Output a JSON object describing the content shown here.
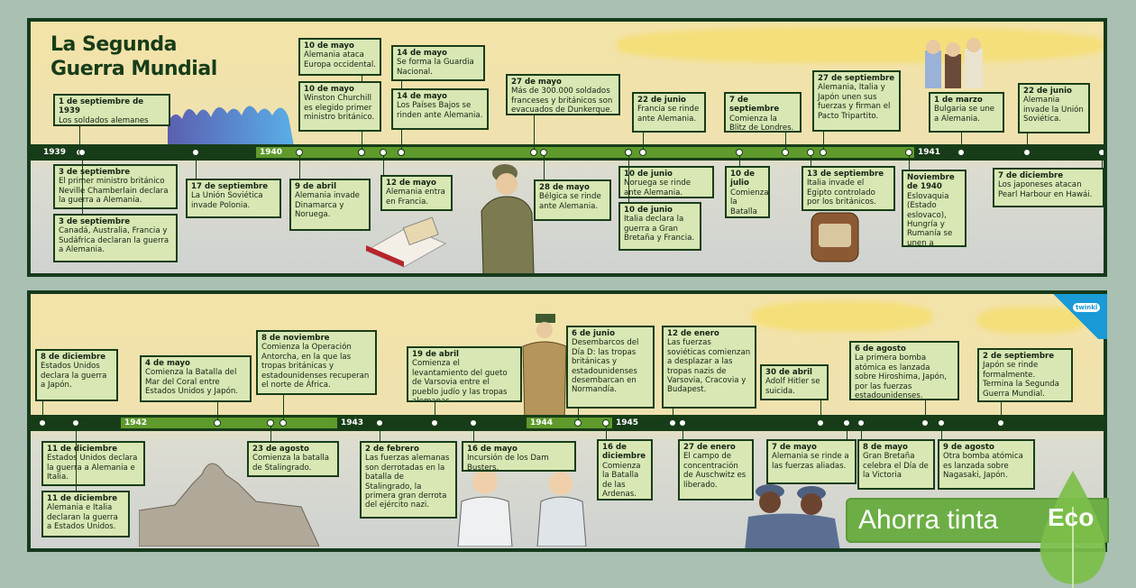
{
  "title_line1": "La Segunda",
  "title_line2": "Guerra Mundial",
  "colors": {
    "box_bg": "#d8e7b3",
    "dark_green": "#173d18",
    "light_green": "#5f9a2c",
    "eco_green": "#6cae45"
  },
  "panels": [
    {
      "years": [
        {
          "label": "1939",
          "tone": "dark"
        },
        {
          "label": "1940",
          "tone": "light"
        },
        {
          "label": "1941",
          "tone": "dark"
        }
      ],
      "events": [
        {
          "date": "1 de septiembre de 1939",
          "text": "Los soldados alemanes invaden Polonia."
        },
        {
          "date": "10 de mayo",
          "text": "Alemania ataca Europa occidental."
        },
        {
          "date": "10 de mayo",
          "text": "Winston Churchill es elegido primer ministro británico."
        },
        {
          "date": "14 de mayo",
          "text": "Se forma la Guardia Nacional."
        },
        {
          "date": "14 de mayo",
          "text": "Los Países Bajos se rinden ante Alemania."
        },
        {
          "date": "27 de mayo",
          "text": "Más de 300.000 soldados franceses y británicos son evacuados de Dunkerque."
        },
        {
          "date": "22 de junio",
          "text": "Francia se rinde ante Alemania."
        },
        {
          "date": "7 de septiembre",
          "text": "Comienza la Blitz de Londres."
        },
        {
          "date": "27 de septiembre",
          "text": "Alemania, Italia y Japón unen sus fuerzas y firman el Pacto Tripartito."
        },
        {
          "date": "1 de marzo",
          "text": "Bulgaria se une a Alemania."
        },
        {
          "date": "22 de junio",
          "text": "Alemania invade la Unión Soviética."
        },
        {
          "date": "3 de septiembre",
          "text": "El primer ministro británico Neville Chamberlain declara la guerra a Alemania."
        },
        {
          "date": "3 de septiembre",
          "text": "Canadá, Australia, Francia y Sudáfrica declaran la guerra a Alemania."
        },
        {
          "date": "17 de septiembre",
          "text": "La Unión Soviética invade Polonia."
        },
        {
          "date": "9 de abril",
          "text": "Alemania invade Dinamarca y Noruega."
        },
        {
          "date": "12 de mayo",
          "text": "Alemania entra en Francia."
        },
        {
          "date": "28 de mayo",
          "text": "Bélgica se rinde ante Alemania."
        },
        {
          "date": "10 de junio",
          "text": "Noruega se rinde ante Alemania."
        },
        {
          "date": "10 de junio",
          "text": "Italia declara la guerra a Gran Bretaña y Francia."
        },
        {
          "date": "10 de julio",
          "text": "Comienza la Batalla de Inglaterra."
        },
        {
          "date": "13 de septiembre",
          "text": "Italia invade el Egipto controlado por los británicos."
        },
        {
          "date": "Noviembre de 1940",
          "text": "Eslovaquia (Estado eslovaco), Hungría y Rumanía se unen a Alemania."
        },
        {
          "date": "7 de diciembre",
          "text": "Los japoneses atacan Pearl Harbour en Hawái."
        }
      ]
    },
    {
      "years": [
        {
          "label": "",
          "tone": "dark"
        },
        {
          "label": "1942",
          "tone": "light"
        },
        {
          "label": "1943",
          "tone": "dark"
        },
        {
          "label": "1944",
          "tone": "light"
        },
        {
          "label": "1945",
          "tone": "dark"
        }
      ],
      "events": [
        {
          "date": "8 de diciembre",
          "text": "Estados Unidos declara la guerra a Japón."
        },
        {
          "date": "4 de mayo",
          "text": "Comienza la Batalla del Mar del Coral entre Estados Unidos y Japón."
        },
        {
          "date": "8 de noviembre",
          "text": "Comienza la Operación Antorcha, en la que las tropas británicas y estadounidenses recuperan el norte de África."
        },
        {
          "date": "19 de abril",
          "text": "Comienza el levantamiento del gueto de Varsovia entre el pueblo judío y las tropas alemanas."
        },
        {
          "date": "6 de junio",
          "text": "Desembarcos del Día D: las tropas británicas y estadounidenses desembarcan en Normandía."
        },
        {
          "date": "12 de enero",
          "text": "Las fuerzas soviéticas comienzan a desplazar a las tropas nazis de Varsovia, Cracovia y Budapest."
        },
        {
          "date": "30 de abril",
          "text": "Adolf Hitler se suicida."
        },
        {
          "date": "6 de agosto",
          "text": "La primera bomba atómica es lanzada sobre Hiroshima, Japón, por las fuerzas estadounidenses."
        },
        {
          "date": "2 de septiembre",
          "text": "Japón se rinde formalmente. Termina la Segunda Guerra Mundial."
        },
        {
          "date": "11 de diciembre",
          "text": "Estados Unidos declara la guerra a Alemania e Italia."
        },
        {
          "date": "11 de diciembre",
          "text": "Alemania e Italia declaran la guerra a Estados Unidos."
        },
        {
          "date": "23 de agosto",
          "text": "Comienza la batalla de Stalingrado."
        },
        {
          "date": "2 de febrero",
          "text": "Las fuerzas alemanas son derrotadas en la batalla de Stalingrado, la primera gran derrota del ejército nazi."
        },
        {
          "date": "16 de mayo",
          "text": "Incursión de los Dam Busters."
        },
        {
          "date": "16 de diciembre",
          "text": "Comienza la Batalla de las Ardenas."
        },
        {
          "date": "27 de enero",
          "text": "El campo de concentración de Auschwitz es liberado."
        },
        {
          "date": "7 de mayo",
          "text": "Alemania se rinde a las fuerzas aliadas."
        },
        {
          "date": "8 de mayo",
          "text": "Gran Bretaña celebra el Día de la Victoria"
        },
        {
          "date": "9 de agosto",
          "text": "Otra bomba atómica es lanzada sobre Nagasaki, Japón."
        }
      ]
    }
  ],
  "eco_banner": {
    "label": "Ahorra tinta",
    "badge": "Eco"
  },
  "logo": "twinkl"
}
